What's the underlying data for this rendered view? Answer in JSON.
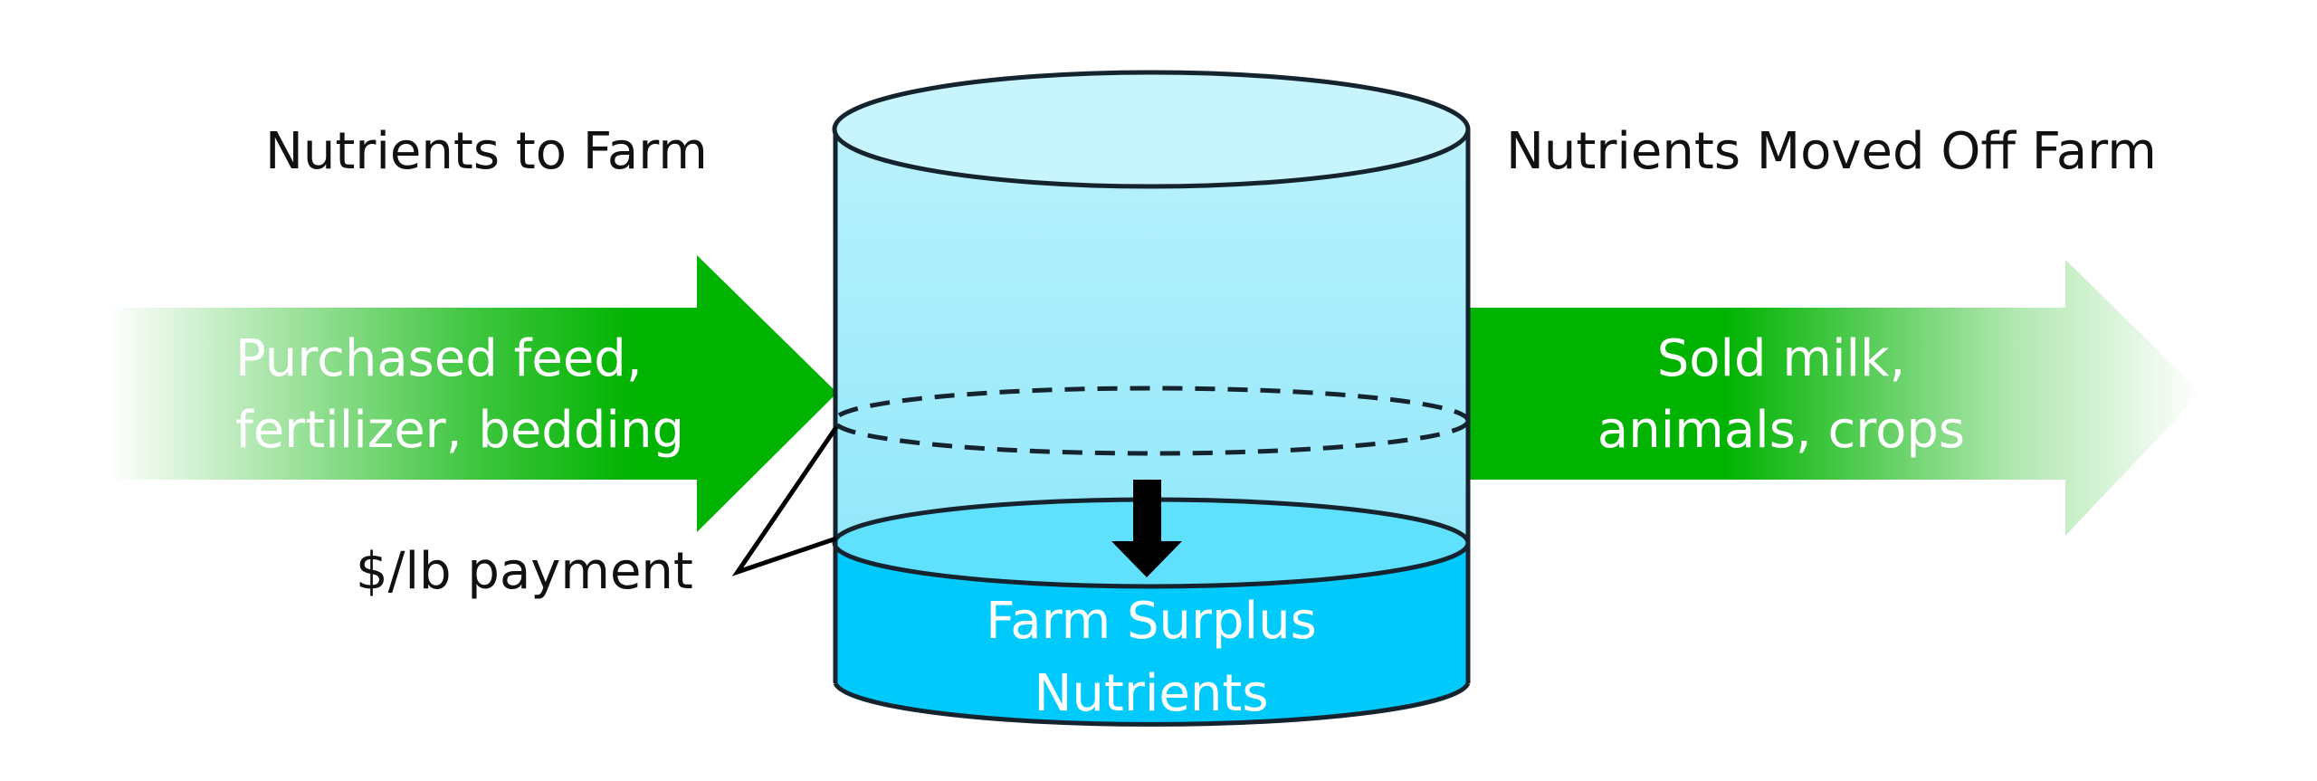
{
  "labels": {
    "inputs_heading": "Nutrients to Farm",
    "outputs_heading": "Nutrients Moved Off Farm",
    "inputs": [
      "Purchased feed,",
      "fertilizer, bedding"
    ],
    "outputs": [
      "Sold milk,",
      "animals, crops"
    ],
    "payment": "$/lb payment",
    "surplus": [
      "Farm Surplus",
      "Nutrients"
    ]
  },
  "colors": {
    "arrow_green": "#00b300",
    "tank_light": "#c8f4fd",
    "tank_mid": "#9becfb",
    "surplus_top": "#5fe0fd",
    "surplus_fill": "#00c9fb",
    "outline": "#15232f"
  }
}
